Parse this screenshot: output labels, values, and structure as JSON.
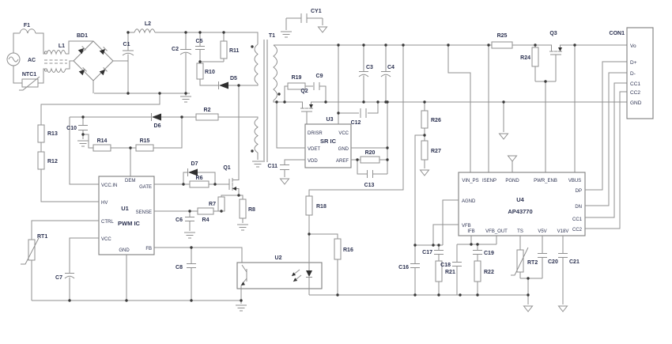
{
  "diagram_type": "power-supply-schematic",
  "colors": {
    "background": "#ffffff",
    "wire": "#8f8f8f",
    "text": "#2b3150",
    "component_fill": "#2f2f2f"
  },
  "labels": {
    "f1": "F1",
    "ac": "AC",
    "ntc1": "NTC1",
    "l1": "L1",
    "bd1": "BD1",
    "c1": "C1",
    "l2": "L2",
    "c2": "C2",
    "c5": "C5",
    "r11": "R11",
    "r10": "R10",
    "d5": "D5",
    "t1": "T1",
    "cy1": "CY1",
    "r13": "R13",
    "r12": "R12",
    "c10": "C10",
    "r14": "R14",
    "r15": "R15",
    "d6": "D6",
    "r2": "R2",
    "d7": "D7",
    "r6": "R6",
    "q1": "Q1",
    "r7": "R7",
    "r4": "R4",
    "c6": "C6",
    "r8": "R8",
    "rt1": "RT1",
    "c7": "C7",
    "c8": "C8",
    "q2": "Q2",
    "r19": "R19",
    "c9": "C9",
    "c11": "C11",
    "c12": "C12",
    "r20": "R20",
    "c13": "C13",
    "c3": "C3",
    "c4": "C4",
    "r26": "R26",
    "r27": "R27",
    "r25": "R25",
    "r24": "R24",
    "q3": "Q3",
    "r18": "R18",
    "r16": "R16",
    "c16": "C16",
    "c17": "C17",
    "r21": "R21",
    "c18": "C18",
    "c19": "C19",
    "r22": "R22",
    "rt2": "RT2",
    "c20": "C20",
    "c21": "C21"
  },
  "u1": {
    "ref": "U1",
    "name": "PWM IC",
    "pins": {
      "vccin": "VCC.IN",
      "dem": "DEM",
      "gate": "GATE",
      "hv": "HV",
      "sense": "SENSE",
      "ctrl": "CTRL",
      "vcc": "VCC",
      "gnd": "GND",
      "fb": "FB"
    }
  },
  "u2": {
    "ref": "U2"
  },
  "u3": {
    "ref": "U3",
    "name": "SR IC",
    "pins": {
      "drisr": "DRISR",
      "vcc": "VCC",
      "vdet": "VDET",
      "gnd": "GND",
      "vdd": "VDD",
      "aref": "AREF"
    }
  },
  "u4": {
    "ref": "U4",
    "name": "AP43770",
    "pins": {
      "vin_ps": "VIN_PS",
      "isenp": "ISENP",
      "pgnd": "PGND",
      "pwr_enb": "PWR_ENB",
      "vbus": "VBUS",
      "dp": "DP",
      "dn": "DN",
      "cc1": "CC1",
      "cc2": "CC2",
      "agnd": "AGND",
      "vfb": "VFB",
      "ifb": "IFB",
      "vfb_out": "VFB_OUT",
      "ts": "TS",
      "v5v": "V5V",
      "v18v": "V18V"
    }
  },
  "con1": {
    "ref": "CON1",
    "pins": {
      "vo": "Vo",
      "dp": "D+",
      "dm": "D-",
      "cc1": "CC1",
      "cc2": "CC2",
      "gnd": "GND"
    }
  }
}
